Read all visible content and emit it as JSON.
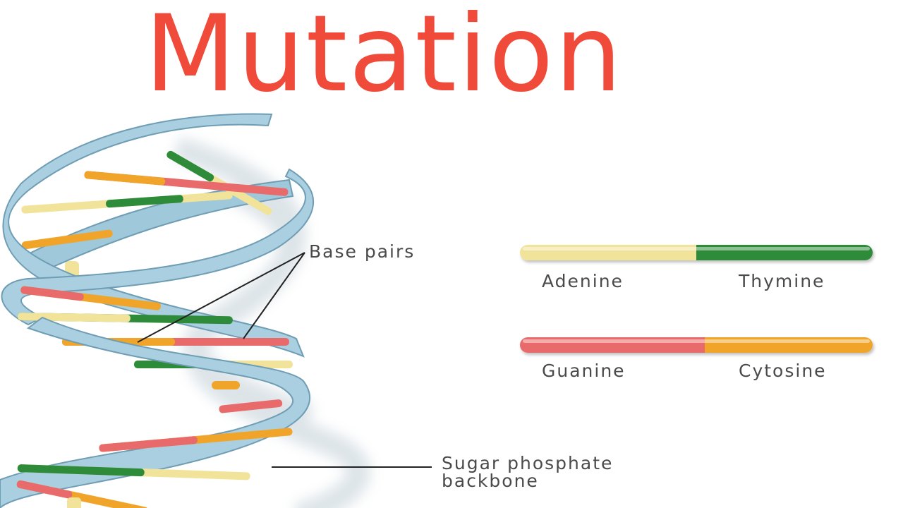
{
  "title": "Mutation",
  "labels": {
    "base_pairs": "Base pairs",
    "backbone_line1": "Sugar phosphate",
    "backbone_line2": "backbone"
  },
  "legend": [
    {
      "left": "Adenine",
      "right": "Thymine",
      "left_color": "#f1e49a",
      "right_color": "#2e8b3a"
    },
    {
      "left": "Guanine",
      "right": "Cytosine",
      "left_color": "#e96a6a",
      "right_color": "#f0a52a"
    }
  ],
  "colors": {
    "title": "#f04a3a",
    "backbone": "#a9cfe0",
    "backbone_edge": "#6f9db4",
    "adenine": "#f1e49a",
    "thymine": "#2e8b3a",
    "guanine": "#e96a6a",
    "cytosine": "#f0a52a",
    "text": "#4a4a4a"
  }
}
